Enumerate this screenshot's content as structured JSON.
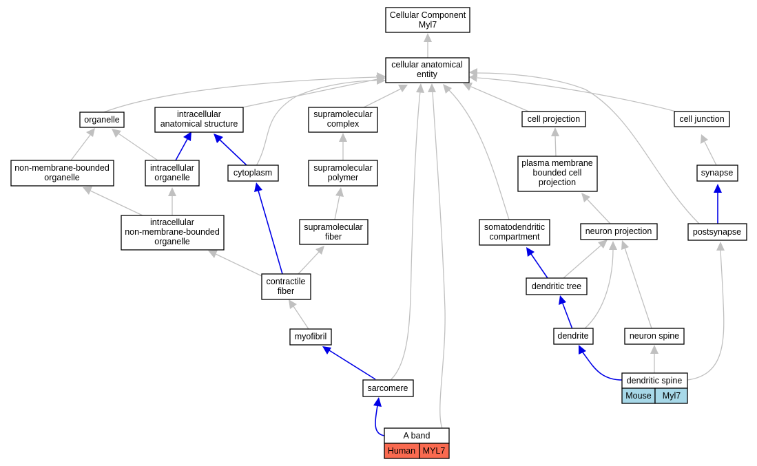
{
  "colors": {
    "edge_is_a": "#c0c0c0",
    "edge_part_of": "#0000e6",
    "human_tag": "#fa6a50",
    "mouse_tag": "#a7d8e8"
  },
  "nodes": {
    "root": [
      "Cellular Component",
      "Myl7"
    ],
    "cae": [
      "cellular anatomical",
      "entity"
    ],
    "organelle": [
      "organelle"
    ],
    "ias": [
      "intracellular",
      "anatomical structure"
    ],
    "smc": [
      "supramolecular",
      "complex"
    ],
    "cellproj": [
      "cell projection"
    ],
    "celljunc": [
      "cell junction"
    ],
    "nmbo": [
      "non-membrane-bounded",
      "organelle"
    ],
    "io": [
      "intracellular",
      "organelle"
    ],
    "cyto": [
      "cytoplasm"
    ],
    "smp": [
      "supramolecular",
      "polymer"
    ],
    "pmbcp": [
      "plasma membrane",
      "bounded cell",
      "projection"
    ],
    "synapse": [
      "synapse"
    ],
    "inmbo": [
      "intracellular",
      "non-membrane-bounded",
      "organelle"
    ],
    "smf": [
      "supramolecular",
      "fiber"
    ],
    "sdc": [
      "somatodendritic",
      "compartment"
    ],
    "neuronproj": [
      "neuron projection"
    ],
    "postsyn": [
      "postsynapse"
    ],
    "cf": [
      "contractile",
      "fiber"
    ],
    "dtree": [
      "dendritic tree"
    ],
    "myofibril": [
      "myofibril"
    ],
    "dendrite": [
      "dendrite"
    ],
    "nspine": [
      "neuron spine"
    ],
    "sarcomere": [
      "sarcomere"
    ],
    "dspine": [
      "dendritic spine"
    ],
    "aband": [
      "A band"
    ]
  },
  "tags": {
    "dspine": {
      "species": "Mouse",
      "gene": "Myl7"
    },
    "aband": {
      "species": "Human",
      "gene": "MYL7"
    }
  }
}
